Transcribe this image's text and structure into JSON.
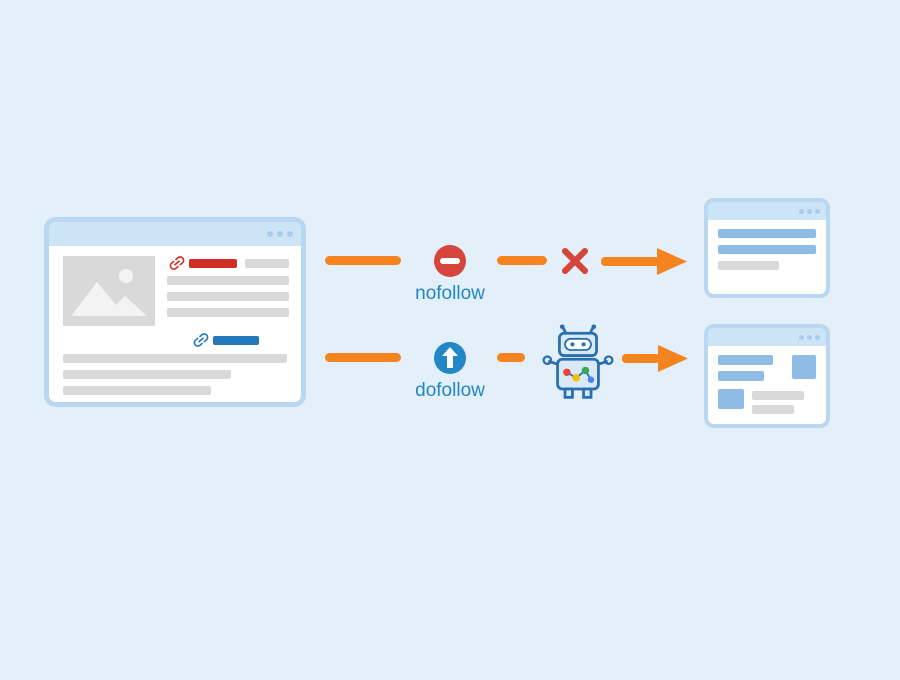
{
  "diagram": {
    "description": "nofollow vs dofollow link crawling diagram",
    "labels": {
      "nofollow": "nofollow",
      "dofollow": "dofollow"
    },
    "colors": {
      "background": "#e3eff9",
      "orange": "#f5831f",
      "red": "#d6453c",
      "blue": "#2287c6",
      "frame_border": "#b9d7f0",
      "frame_header": "#cde4f6",
      "frame_dot": "#a6cbec",
      "bar_gray": "#d9d9d9",
      "bar_blue": "#8fbce5",
      "link_red": "#cf2d26",
      "link_blue": "#2479bd",
      "robot_outline": "#2a6fb0",
      "robot_fill": "#d9e9f8",
      "dot_red": "#ea4335",
      "dot_yellow": "#fbbc05",
      "dot_green": "#34a853",
      "dot_blue": "#4285f4"
    },
    "icons": {
      "source_link_nofollow": "chain-link-icon",
      "source_link_dofollow": "chain-link-icon",
      "nofollow_marker": "no-entry-icon",
      "dofollow_marker": "up-arrow-icon",
      "blocked_marker": "cross-icon",
      "crawler": "googlebot-icon",
      "flow": "arrow-icon"
    }
  }
}
